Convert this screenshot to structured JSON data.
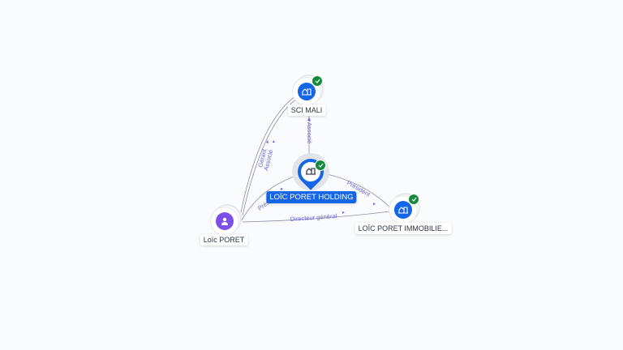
{
  "nodes": {
    "sci_mali": {
      "label": "SCI MALI",
      "icon": "building-icon",
      "verified": true
    },
    "holding": {
      "label": "LOÏC PORET HOLDING",
      "icon": "building-icon",
      "verified": true,
      "selected": true
    },
    "immobilier": {
      "label": "LOÏC PORET IMMOBILIE...",
      "icon": "building-icon",
      "verified": true
    },
    "person": {
      "label": "Loïc PORET",
      "icon": "person-icon"
    }
  },
  "edges": {
    "person_sci_1": "Gérant",
    "person_sci_2": "Associé",
    "sci_holding": "Associé",
    "person_holding": "Président",
    "holding_immo": "Président",
    "person_immo": "Directeur général"
  },
  "colors": {
    "company": "#1466e6",
    "person": "#7b4fe8",
    "verified": "#148a3c",
    "edge_label": "#6b63d8"
  }
}
